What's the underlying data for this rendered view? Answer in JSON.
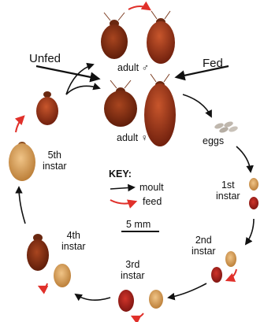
{
  "labels": {
    "unfed": "Unfed",
    "fed": "Fed",
    "adult_male": "adult ♂",
    "adult_female": "adult ♀",
    "eggs": "eggs",
    "instar_1": "1st\ninstar",
    "instar_2": "2nd\ninstar",
    "instar_3": "3rd\ninstar",
    "instar_4": "4th\ninstar",
    "instar_5": "5th\ninstar"
  },
  "key": {
    "title": "KEY:",
    "moult": "moult",
    "feed": "feed",
    "scale": "5 mm"
  },
  "colors": {
    "moult_arrow": "#111111",
    "feed_arrow": "#e0302a",
    "unfed_body": "#8a2f12",
    "fed_body": "#b03a1c",
    "nymph_pale": "#d9a35a",
    "egg": "#bfb7ad"
  }
}
